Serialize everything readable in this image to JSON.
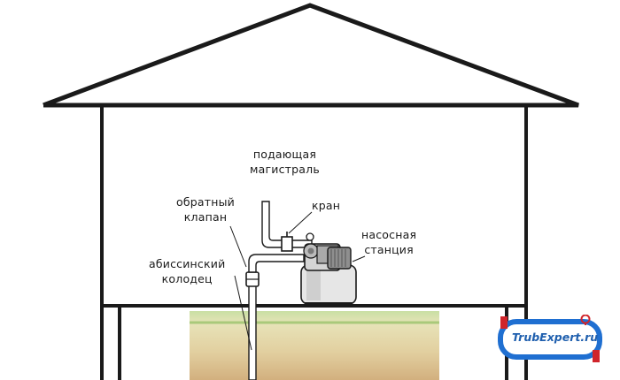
{
  "labels": {
    "supply_main": [
      "подающая",
      "магистраль"
    ],
    "check_valve": [
      "обратный",
      "клапан"
    ],
    "tap": [
      "кран"
    ],
    "pump_station": [
      "насосная",
      "станция"
    ],
    "abyssinian_well": [
      "абиссинский",
      "колодец"
    ]
  },
  "logo": {
    "text": "TrubExpert.ru",
    "frame_color": "#1f6fd1",
    "accent_color": "#d0242b"
  },
  "colors": {
    "line": "#1a1a1a",
    "ground_top": "#c7dc9e",
    "ground_mid": "#e9e2b6",
    "ground_bottom": "#d7b98a"
  }
}
